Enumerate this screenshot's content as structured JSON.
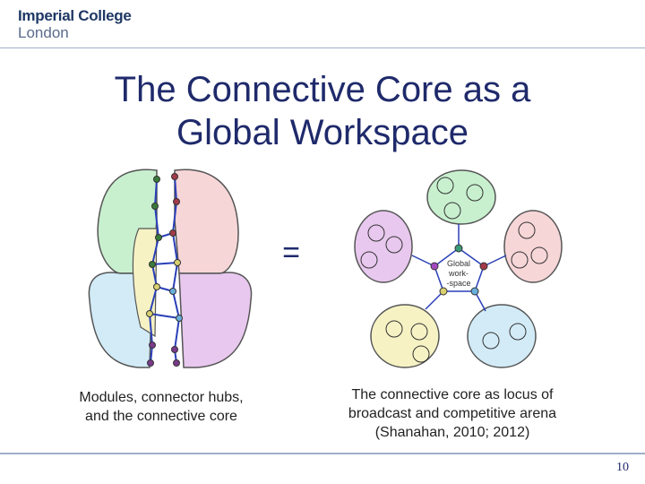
{
  "header": {
    "logo_line1": "Imperial College",
    "logo_line2": "London"
  },
  "slide": {
    "title_line1": "The Connective Core as a",
    "title_line2": "Global Workspace",
    "equals": "=",
    "caption_left_line1": "Modules, connector hubs,",
    "caption_left_line2": "and the connective core",
    "caption_right_line1": "The connective core as locus of",
    "caption_right_line2": "broadcast and competitive arena",
    "caption_right_line3": "(Shanahan, 2010; 2012)",
    "workspace_line1": "Global",
    "workspace_line2": "work-",
    "workspace_line3": "-space",
    "page_number": "10"
  },
  "colors": {
    "title": "#1f2a6b",
    "module_green": "#c8f0cf",
    "module_pink": "#f7d6d8",
    "module_violet": "#e8c8ee",
    "module_yellow": "#f6f2c4",
    "module_blue": "#d2ebf7",
    "core_line": "#2a3fb8"
  }
}
